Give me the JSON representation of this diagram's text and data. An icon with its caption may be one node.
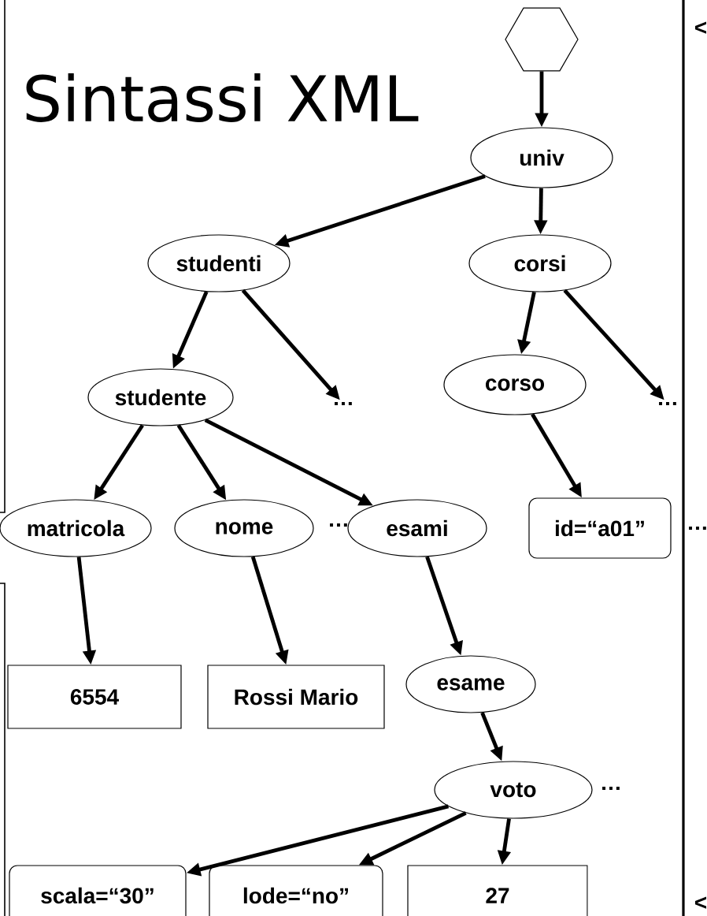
{
  "diagram": {
    "title": "Sintassi XML",
    "nodes": [
      {
        "text": [],
        "shape": "hexagon"
      },
      {
        "text": [
          "univ"
        ]
      },
      {
        "text": [
          "studenti"
        ]
      },
      {
        "text": [
          "corsi"
        ]
      },
      {
        "text": [
          "studente"
        ]
      },
      {
        "text": [
          "…"
        ]
      },
      {
        "text": [
          "corso"
        ]
      },
      {
        "text": [
          "…"
        ]
      },
      {
        "text": [
          "matricola"
        ]
      },
      {
        "text": [
          "nome"
        ]
      },
      {
        "text": [
          "esami"
        ]
      },
      {
        "text": [
          "id=“a01”"
        ]
      },
      {
        "text": [
          "6554"
        ]
      },
      {
        "text": [
          "Rossi Mario"
        ]
      },
      {
        "text": [
          "esame"
        ]
      },
      {
        "text": [
          "voto"
        ]
      },
      {
        "text": [
          "scala=“30”"
        ]
      },
      {
        "text": [
          "lode=“no”"
        ]
      },
      {
        "text": [
          "27"
        ]
      }
    ],
    "edges": [
      {
        "from": 0,
        "to": 1,
        "arrow": "to"
      },
      {
        "from": 1,
        "to": 2,
        "arrow": "to"
      },
      {
        "from": 1,
        "to": 3,
        "arrow": "to"
      },
      {
        "from": 2,
        "to": 4,
        "arrow": "to"
      },
      {
        "from": 2,
        "to": 5,
        "arrow": "to"
      },
      {
        "from": 3,
        "to": 6,
        "arrow": "to"
      },
      {
        "from": 3,
        "to": 7,
        "arrow": "to"
      },
      {
        "from": 4,
        "to": 8,
        "arrow": "to"
      },
      {
        "from": 4,
        "to": 9,
        "arrow": "to"
      },
      {
        "from": 4,
        "to": 10,
        "arrow": "to"
      },
      {
        "from": 6,
        "to": 11,
        "arrow": "to"
      },
      {
        "from": 8,
        "to": 12,
        "arrow": "to"
      },
      {
        "from": 9,
        "to": 13,
        "arrow": "to"
      },
      {
        "from": 10,
        "to": 14,
        "arrow": "to"
      },
      {
        "from": 14,
        "to": 15,
        "arrow": "to"
      },
      {
        "from": 15,
        "to": 16,
        "arrow": "to"
      },
      {
        "from": 15,
        "to": 17,
        "arrow": "to"
      },
      {
        "from": 15,
        "to": 18,
        "arrow": "to"
      }
    ],
    "labels": [
      "<",
      "…",
      "…",
      "…",
      "<"
    ]
  }
}
